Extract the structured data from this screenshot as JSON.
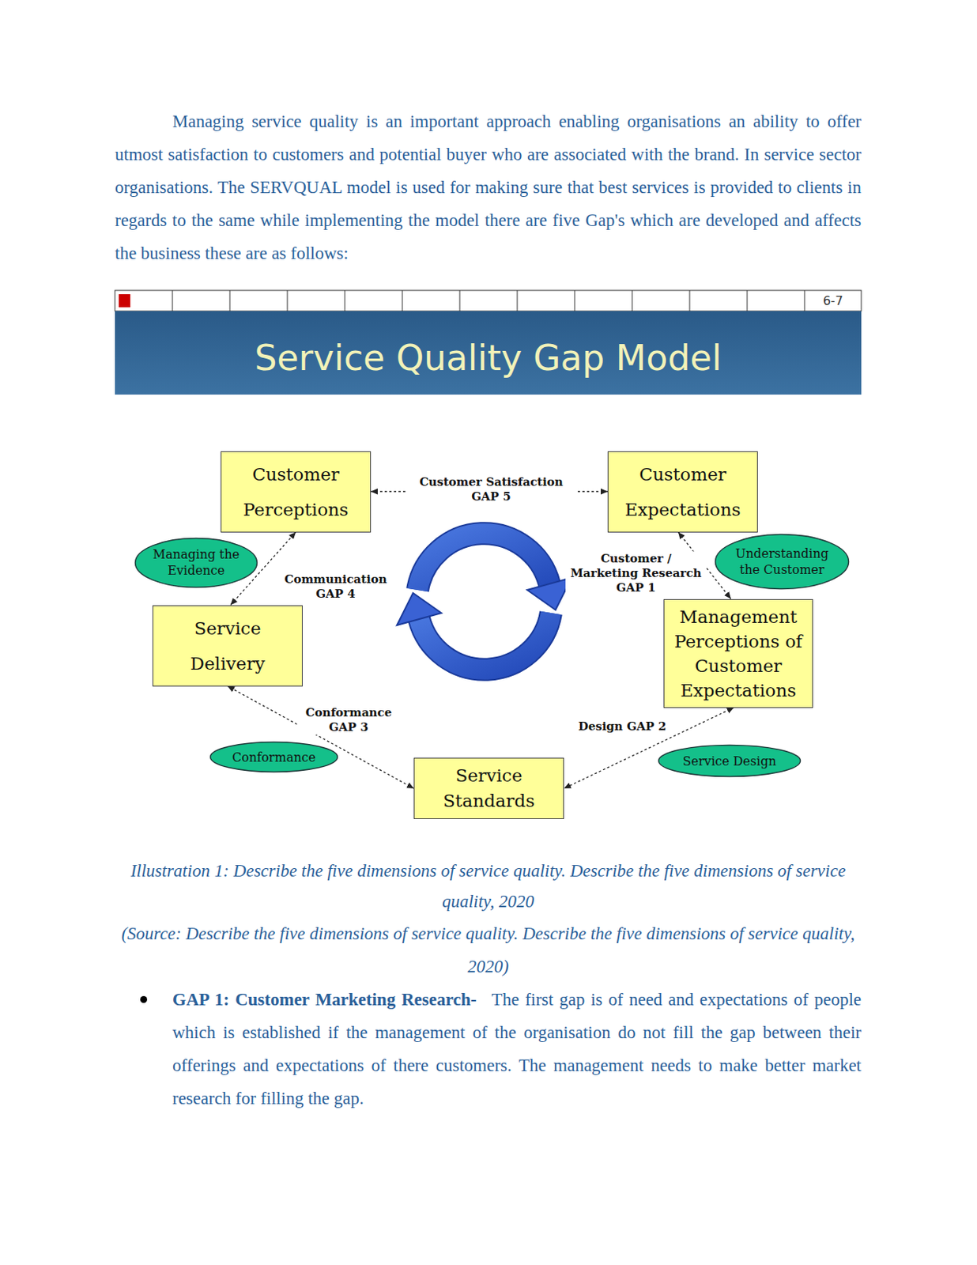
{
  "diagram": {
    "title": "Service Quality Gap Model",
    "caption": "Illustration 1: Describe the five dimensions of service quality. Describe the five dimensions of service quality, 2020",
    "nodes": [
      {
        "text": [
          "Customer Perceptions"
        ]
      },
      {
        "text": [
          "Customer Expectations"
        ]
      },
      {
        "text": [
          "Managing the Evidence"
        ]
      },
      {
        "text": [
          "Understanding the Customer"
        ]
      },
      {
        "text": [
          "Service Delivery"
        ]
      },
      {
        "text": [
          "Management Perceptions of Customer Expectations"
        ]
      },
      {
        "text": [
          "Conformance"
        ]
      },
      {
        "text": [
          "Service Standards"
        ]
      },
      {
        "text": [
          "Service Design"
        ]
      }
    ],
    "edges": [
      {
        "from": 0,
        "to": 1,
        "label": "Customer Satisfaction GAP 5",
        "arrow": "both"
      },
      {
        "from": 1,
        "to": 5,
        "label": "Customer / Marketing Research GAP 1",
        "arrow": "both"
      },
      {
        "from": 5,
        "to": 7,
        "label": "Design GAP 2",
        "arrow": "both"
      },
      {
        "from": 7,
        "to": 4,
        "label": "Conformance GAP 3",
        "arrow": "both"
      },
      {
        "from": 4,
        "to": 0,
        "label": "Communication GAP 4",
        "arrow": "both"
      }
    ],
    "labels": [
      "Managing service quality is an important approach enabling organisations an ability to offer utmost satisfaction to customers and potential buyer who are associated with the brand. In service sector organisations. The SERVQUAL model is used for making sure that best services is provided to clients in regards to the same while implementing the model there are five Gap's which are developed and affects the business these are as follows:",
      "6-7",
      "(Source: Describe the five dimensions of service quality. Describe the five dimensions of service quality, 2020)",
      "GAP 1: Customer Marketing Research-",
      "The first gap is of need and expectations of people which is established if the management of the organisation do not fill the gap between their offerings and expectations of there customers. The management needs to make better market research for filling the gap."
    ]
  }
}
